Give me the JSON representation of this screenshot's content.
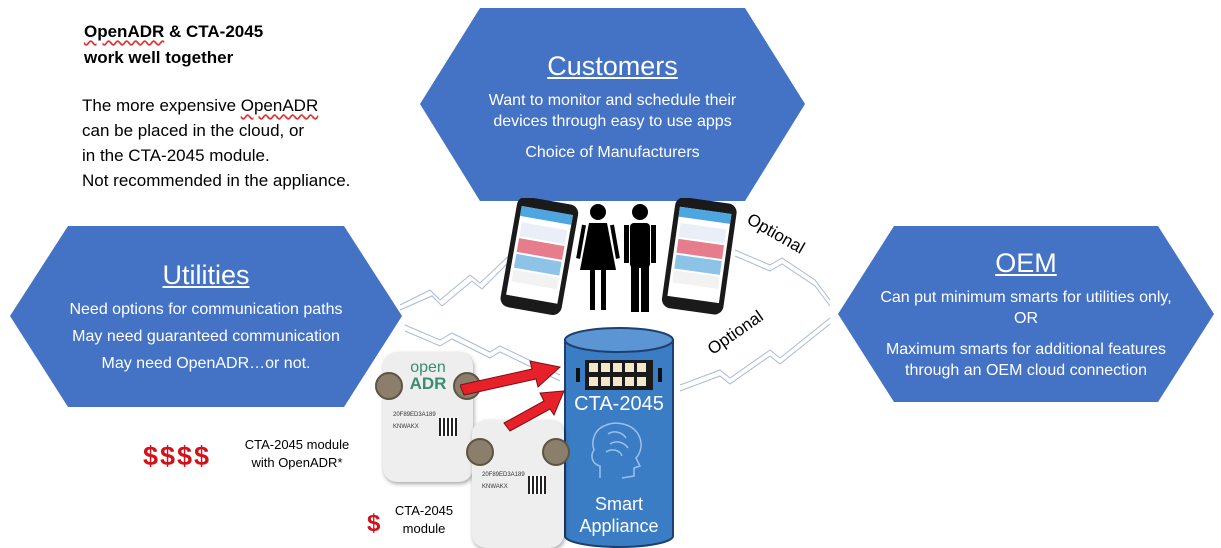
{
  "intro": {
    "title_part1": "OpenADR",
    "title_part2": " & CTA-2045",
    "title_line2": "work well together",
    "body_line1_a": "The more expensive ",
    "body_line1_b": "OpenADR",
    "body_line2": "can be placed in the cloud, or",
    "body_line3": "in the CTA-2045 module.",
    "body_line4": "Not recommended in the appliance."
  },
  "customers": {
    "title": "Customers",
    "line1": "Want to monitor and schedule their",
    "line2": "devices through easy to use apps",
    "line3": "Choice of Manufacturers"
  },
  "utilities": {
    "title": "Utilities",
    "line1": "Need options for communication paths",
    "line2": "May need guaranteed communication",
    "line3": "May need OpenADR…or not."
  },
  "oem": {
    "title": "OEM",
    "line1": "Can put minimum smarts for utilities only,",
    "line2": "OR",
    "line3": "Maximum smarts for additional features",
    "line4": "through an OEM cloud connection"
  },
  "links": {
    "optional_upper": "Optional",
    "optional_lower": "Optional"
  },
  "appliance": {
    "label_top": "CTA-2045",
    "label_bottom_1": "Smart",
    "label_bottom_2": "Appliance"
  },
  "modules": {
    "openadr_logo_1": "open",
    "openadr_logo_2": "ADR",
    "device_id": "20F89ED3A189",
    "device_code": "KNWAKX",
    "expensive_price": "$$$$",
    "expensive_label_1": "CTA-2045 module",
    "expensive_label_2": "with OpenADR*",
    "cheap_price": "$",
    "cheap_label_1": "CTA-2045",
    "cheap_label_2": "module"
  },
  "colors": {
    "hexagon": "#4472c4",
    "cylinder": "#2e75b6",
    "arrow": "#e8202a",
    "price": "#d0121b"
  }
}
